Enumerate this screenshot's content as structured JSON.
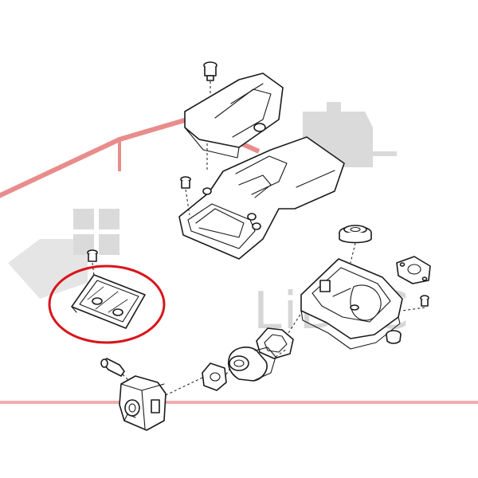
{
  "watermark": {
    "brand_text": "LiDaC",
    "roof_color": "#e98c8c",
    "logo_color": "#dadada"
  },
  "highlight": {
    "color": "#d9141b",
    "target": "air filter"
  },
  "parts": [
    "filter-cover-screw",
    "filter-cover",
    "filter-housing-screw",
    "filter-housing",
    "air-filter-screw",
    "air-filter",
    "carburetor-bolt",
    "carburetor",
    "gasket",
    "intake-manifold",
    "manifold-gasket",
    "rubber-grommet",
    "carburetor-box",
    "flange-gasket",
    "box-screw",
    "rubber-foot"
  ]
}
